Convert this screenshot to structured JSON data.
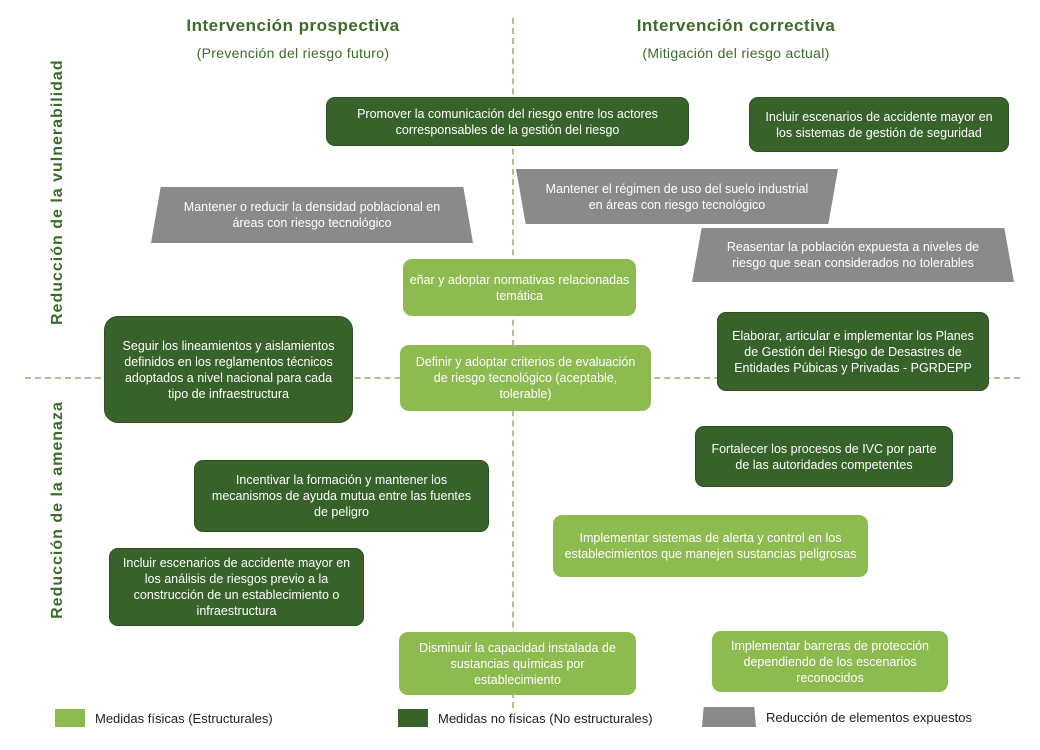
{
  "headers": {
    "left_title": "Intervención  prospectiva",
    "left_subtitle": "(Prevención  del riesgo futuro)",
    "right_title": "Intervención  correctiva",
    "right_subtitle": "(Mitigación  del riesgo actual)"
  },
  "axes": {
    "top_label": "Reducción  de  la  vulnerabilidad",
    "bottom_label": "Reducción  de  la  amenaza"
  },
  "boxes": {
    "promover": "Promover  la comunicación del riesgo entre los actores corresponsables de la gestión del riesgo",
    "incluir_gestion": "Incluir escenarios de accidente mayor en los sistemas de gestión de seguridad",
    "mantener_densidad": "Mantener o reducir la densidad poblacional en áreas con riesgo tecnológico",
    "mantener_regimen": "Mantener el régimen de uso del suelo industrial en áreas con riesgo tecnológico",
    "reasentar": "Reasentar la población expuesta a niveles de riesgo que sean considerados no tolerables",
    "disenar_line1": "eñar y adoptar normativas relacionadas",
    "disenar_line2": "temática",
    "seguir": "Seguir los lineamientos y aislamientos definidos en los reglamentos técnicos adoptados a nivel nacional para cada tipo de infraestructura",
    "definir": "Definir y adoptar criterios de evaluación de riesgo tecnológico (aceptable, tolerable)",
    "elaborar": "Elaborar, articular e implementar los Planes de Gestión del Riesgo de Desastres de Entidades Púbicas y Privadas - PGRDEPP",
    "fortalecer": "Fortalecer los procesos de IVC por parte de las autoridades competentes",
    "incentivar": "Incentivar  la formación  y mantener los mecanismos de ayuda mutua entre las fuentes de peligro",
    "implementar_alerta": "Implementar sistemas de alerta y control en los establecimientos que manejen sustancias peligrosas",
    "incluir_analisis": "Incluir escenarios de accidente mayor en los análisis de riesgos previo  a la construcción de un establecimiento o infraestructura",
    "disminuir": "Disminuir la capacidad instalada de sustancias químicas por establecimiento",
    "implementar_barreras": "Implementar barreras de protección dependiendo de los escenarios reconocidos"
  },
  "legend": {
    "light_label": "Medidas físicas (Estructurales)",
    "dark_label": "Medidas no físicas (No estructurales)",
    "gray_label": "Reducción de elementos expuestos"
  },
  "colors": {
    "dark_green": "#37632a",
    "light_green": "#8dbb4f",
    "gray": "#8a8a8a",
    "header_green": "#3d6b2a"
  }
}
